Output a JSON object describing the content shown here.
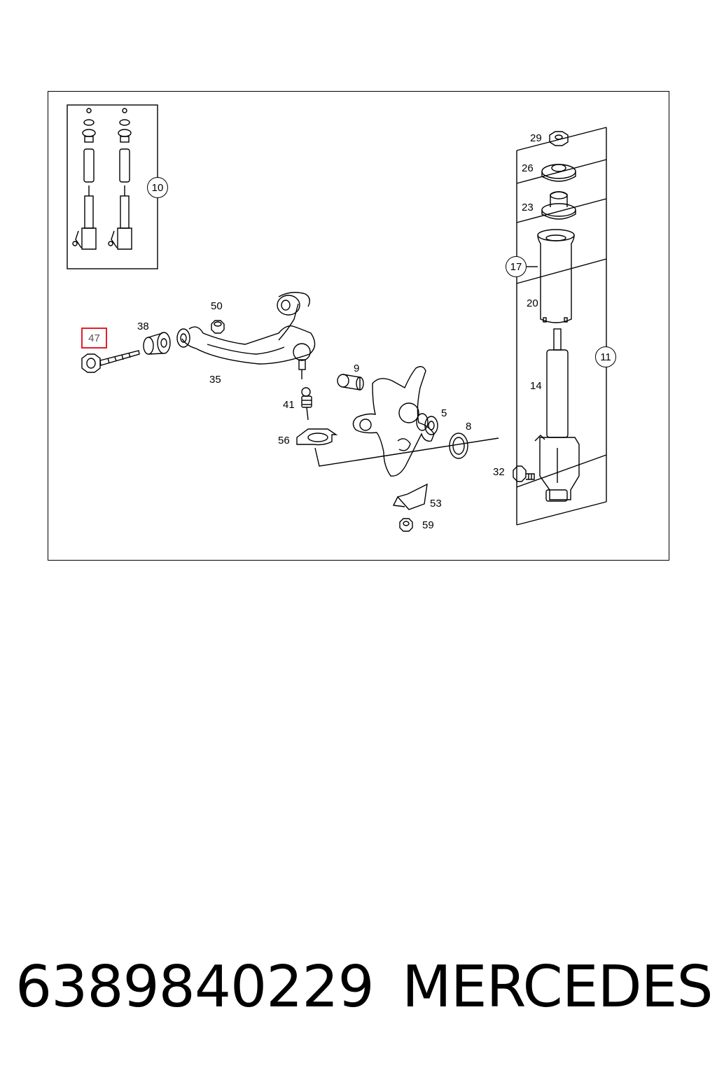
{
  "labels": {
    "p10": "10",
    "p11": "11",
    "p17": "17",
    "p29": "29",
    "p26": "26",
    "p23": "23",
    "p20": "20",
    "p14": "14",
    "p32": "32",
    "p47": "47",
    "p38": "38",
    "p50": "50",
    "p35": "35",
    "p9": "9",
    "p41": "41",
    "p5": "5",
    "p8": "8",
    "p56": "56",
    "p53": "53",
    "p59": "59"
  },
  "caption": {
    "part_number": "6389840229",
    "brand": "MERCEDES"
  },
  "highlight_color": "#e0202a"
}
